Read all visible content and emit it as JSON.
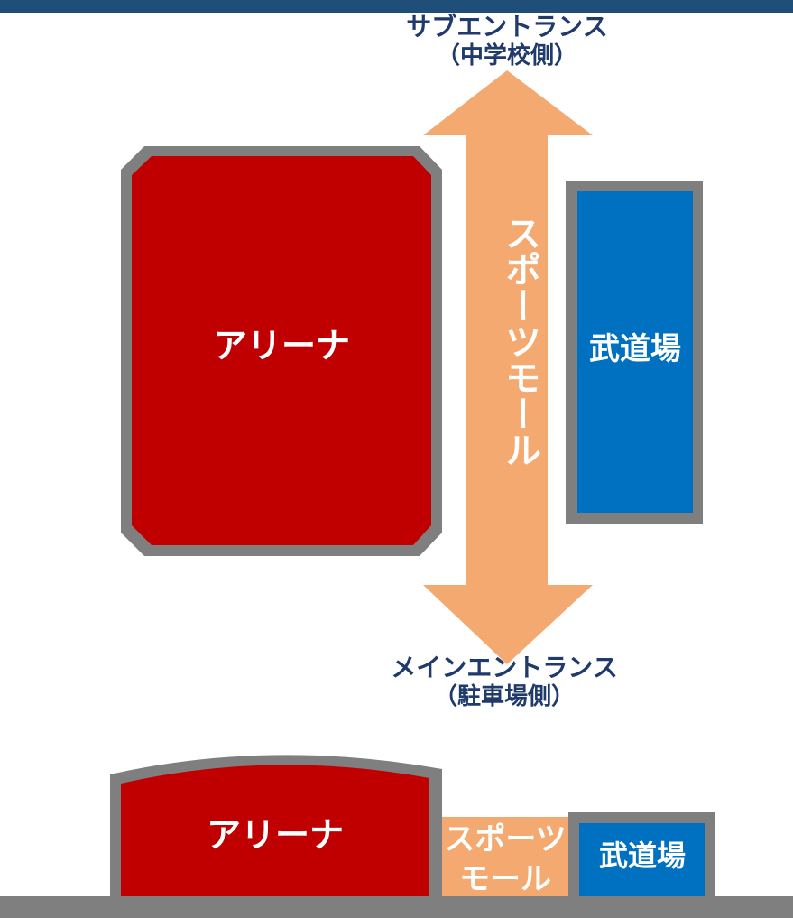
{
  "colors": {
    "header_band": "#1f4e79",
    "arena_fill": "#c00000",
    "budokan_fill": "#0070c0",
    "building_border": "#7f7f7f",
    "mall_fill": "#f4a971",
    "label_text": "#1f3a6b"
  },
  "plan_view": {
    "sub_entrance": {
      "line1": "サブエントランス",
      "line2": "（中学校側）"
    },
    "main_entrance": {
      "line1": "メインエントランス",
      "line2": "（駐車場側）"
    },
    "arena_label": "アリーナ",
    "budokan_label": "武道場",
    "mall_label": "スポーツモール"
  },
  "elevation_view": {
    "arena_label": "アリーナ",
    "mall_label_line1": "スポーツ",
    "mall_label_line2": "モール",
    "budokan_label": "武道場"
  }
}
